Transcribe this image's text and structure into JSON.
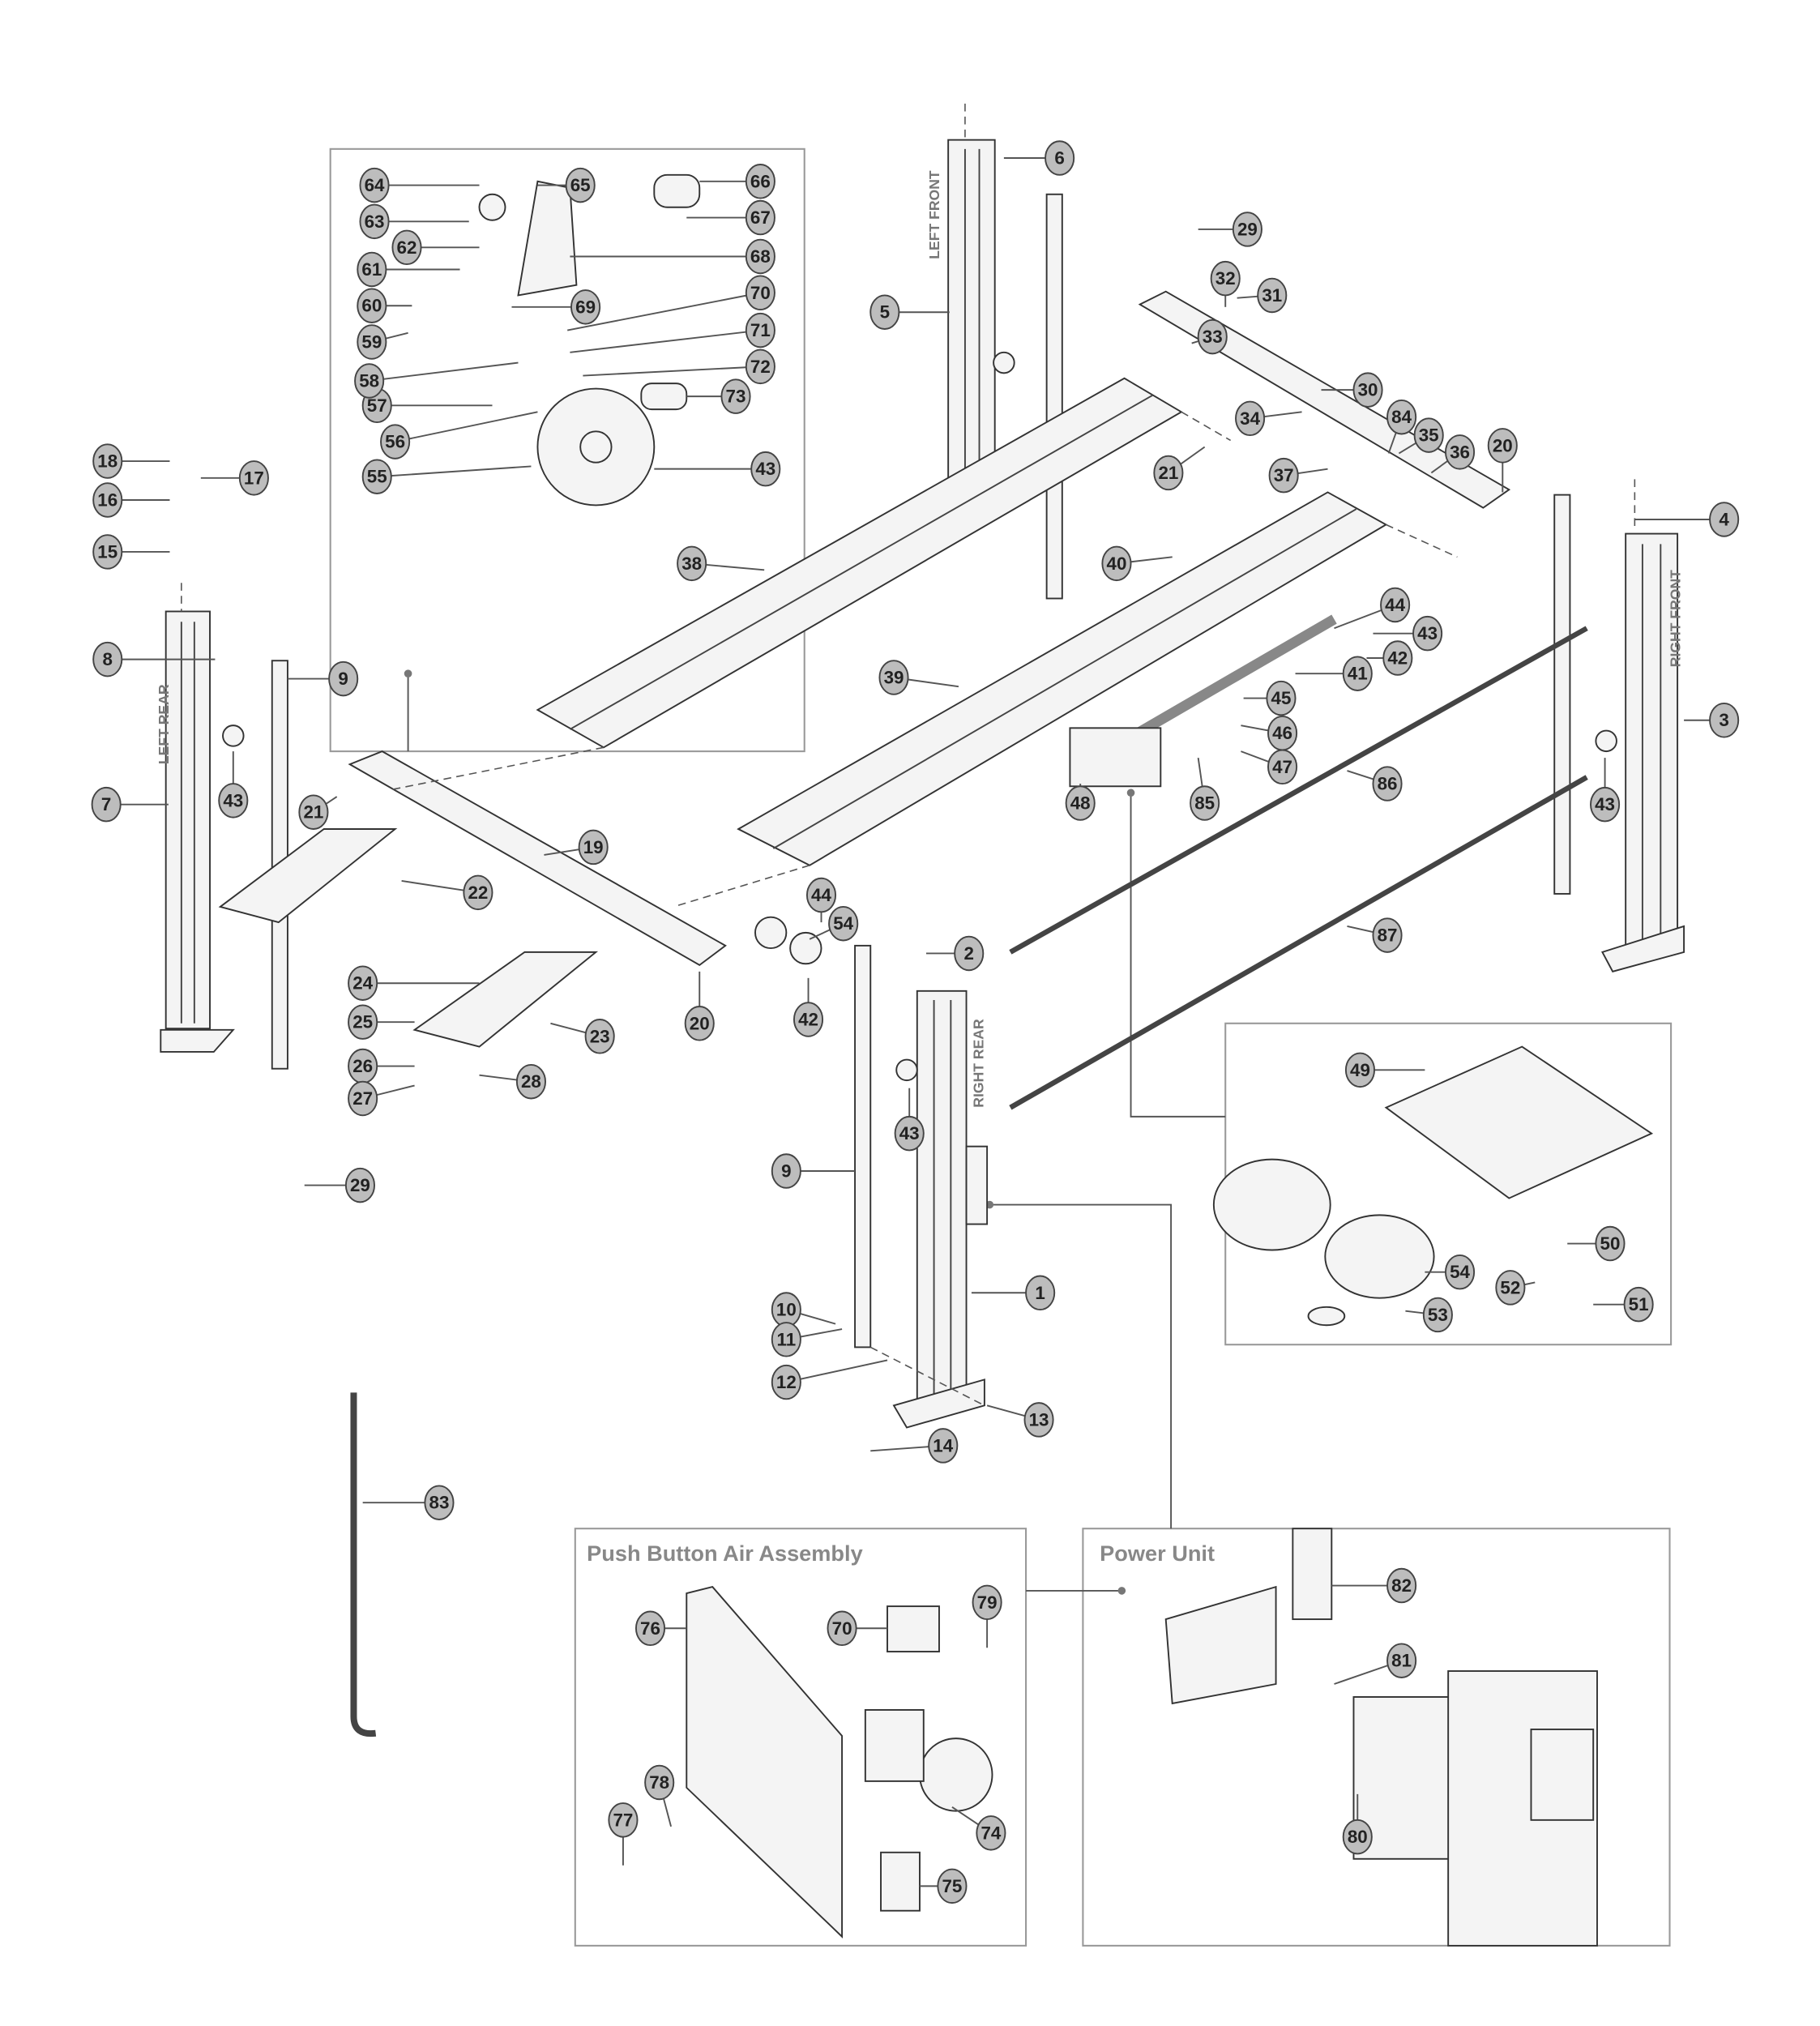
{
  "column_labels": {
    "left_front": "LEFT FRONT",
    "left_rear": "LEFT REAR",
    "right_front": "RIGHT FRONT",
    "right_rear": "RIGHT REAR"
  },
  "insets": {
    "push_button": "Push Button Air Assembly",
    "power_unit": "Power Unit"
  },
  "callouts": [
    "1",
    "2",
    "3",
    "4",
    "5",
    "6",
    "7",
    "8",
    "9",
    "9",
    "10",
    "11",
    "12",
    "13",
    "14",
    "15",
    "16",
    "17",
    "18",
    "19",
    "20",
    "20",
    "21",
    "21",
    "22",
    "23",
    "24",
    "25",
    "26",
    "27",
    "28",
    "29",
    "29",
    "30",
    "31",
    "32",
    "33",
    "34",
    "35",
    "36",
    "37",
    "38",
    "39",
    "40",
    "41",
    "42",
    "42",
    "43",
    "43",
    "43",
    "43",
    "43",
    "44",
    "44",
    "45",
    "46",
    "47",
    "48",
    "49",
    "50",
    "51",
    "52",
    "53",
    "54",
    "54",
    "55",
    "56",
    "57",
    "58",
    "59",
    "60",
    "61",
    "62",
    "63",
    "64",
    "65",
    "66",
    "67",
    "68",
    "69",
    "70",
    "70",
    "71",
    "72",
    "73",
    "74",
    "75",
    "76",
    "77",
    "78",
    "79",
    "80",
    "81",
    "82",
    "83",
    "84",
    "85",
    "86",
    "87"
  ]
}
